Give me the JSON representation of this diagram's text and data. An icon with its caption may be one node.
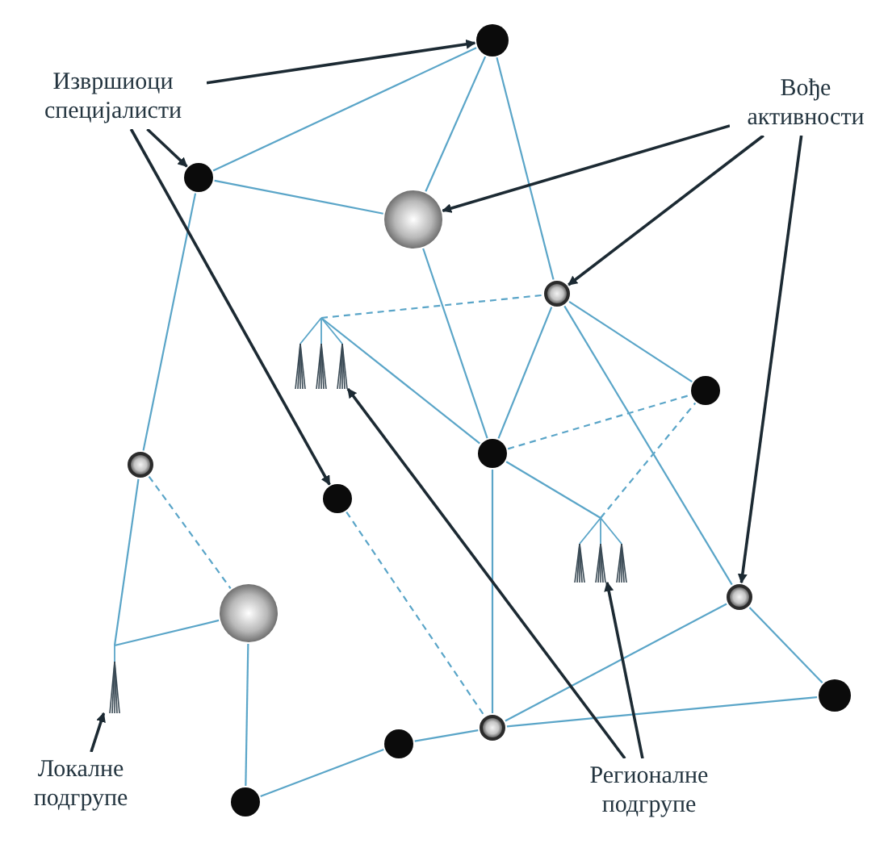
{
  "diagram": {
    "nodes": [
      {
        "text": [
          "Извршиоци специјалисти"
        ]
      },
      {
        "text": [
          "Вође активности"
        ]
      },
      {
        "text": [],
        "shape": "circle"
      },
      {
        "text": [],
        "shape": "circle"
      },
      {
        "text": [],
        "shape": "circle"
      },
      {
        "text": [],
        "shape": "circle"
      },
      {
        "text": [],
        "shape": "tree"
      },
      {
        "text": [],
        "shape": "circle"
      },
      {
        "text": [],
        "shape": "circle"
      },
      {
        "text": [],
        "shape": "circle"
      },
      {
        "text": [],
        "shape": "circle"
      },
      {
        "text": [],
        "shape": "tree"
      },
      {
        "text": [],
        "shape": "circle"
      },
      {
        "text": [],
        "shape": "circle"
      },
      {
        "text": [],
        "shape": "tree"
      },
      {
        "text": [],
        "shape": "circle"
      },
      {
        "text": [],
        "shape": "circle"
      },
      {
        "text": [],
        "shape": "circle"
      },
      {
        "text": [],
        "shape": "circle"
      },
      {
        "text": [
          "Локалне подгрупе"
        ]
      },
      {
        "text": [
          "Регионалне подгрупе"
        ]
      }
    ],
    "edges": [
      {
        "from": 2,
        "to": 3,
        "arrow": "none"
      },
      {
        "from": 2,
        "to": 4,
        "arrow": "none"
      },
      {
        "from": 2,
        "to": 5,
        "arrow": "none"
      },
      {
        "from": 3,
        "to": 4,
        "arrow": "none"
      },
      {
        "from": 3,
        "to": 9,
        "arrow": "none"
      },
      {
        "from": 4,
        "to": 8,
        "arrow": "none"
      },
      {
        "from": 5,
        "to": 8,
        "arrow": "none"
      },
      {
        "from": 5,
        "to": 7,
        "arrow": "none"
      },
      {
        "from": 5,
        "to": 12,
        "arrow": "none"
      },
      {
        "from": 6,
        "to": 5,
        "arrow": "none",
        "style": "dashed"
      },
      {
        "from": 6,
        "to": 8,
        "arrow": "none"
      },
      {
        "from": 8,
        "to": 7,
        "arrow": "none",
        "style": "dashed"
      },
      {
        "from": 8,
        "to": 16,
        "arrow": "none"
      },
      {
        "from": 8,
        "to": 11,
        "arrow": "none"
      },
      {
        "from": 11,
        "to": 7,
        "arrow": "none",
        "style": "dashed"
      },
      {
        "from": 9,
        "to": 13,
        "arrow": "none",
        "style": "dashed"
      },
      {
        "from": 9,
        "to": 14,
        "arrow": "none"
      },
      {
        "from": 14,
        "to": 13,
        "arrow": "none"
      },
      {
        "from": 13,
        "to": 18,
        "arrow": "none"
      },
      {
        "from": 18,
        "to": 17,
        "arrow": "none"
      },
      {
        "from": 17,
        "to": 16,
        "arrow": "none"
      },
      {
        "from": 16,
        "to": 12,
        "arrow": "none"
      },
      {
        "from": 16,
        "to": 15,
        "arrow": "none"
      },
      {
        "from": 12,
        "to": 15,
        "arrow": "none"
      },
      {
        "from": 10,
        "to": 16,
        "arrow": "none",
        "style": "dashed"
      },
      {
        "from": 0,
        "to": 2,
        "arrow": "to",
        "color": "#1c2a33"
      },
      {
        "from": 0,
        "to": 3,
        "arrow": "to",
        "color": "#1c2a33"
      },
      {
        "from": 0,
        "to": 10,
        "arrow": "to",
        "color": "#1c2a33"
      },
      {
        "from": 1,
        "to": 4,
        "arrow": "to",
        "color": "#1c2a33"
      },
      {
        "from": 1,
        "to": 5,
        "arrow": "to",
        "color": "#1c2a33"
      },
      {
        "from": 1,
        "to": 12,
        "arrow": "to",
        "color": "#1c2a33"
      },
      {
        "from": 19,
        "to": 14,
        "arrow": "to",
        "color": "#1c2a33"
      },
      {
        "from": 20,
        "to": 11,
        "arrow": "to",
        "color": "#1c2a33"
      },
      {
        "from": 20,
        "to": 6,
        "arrow": "to",
        "color": "#1c2a33"
      }
    ]
  }
}
